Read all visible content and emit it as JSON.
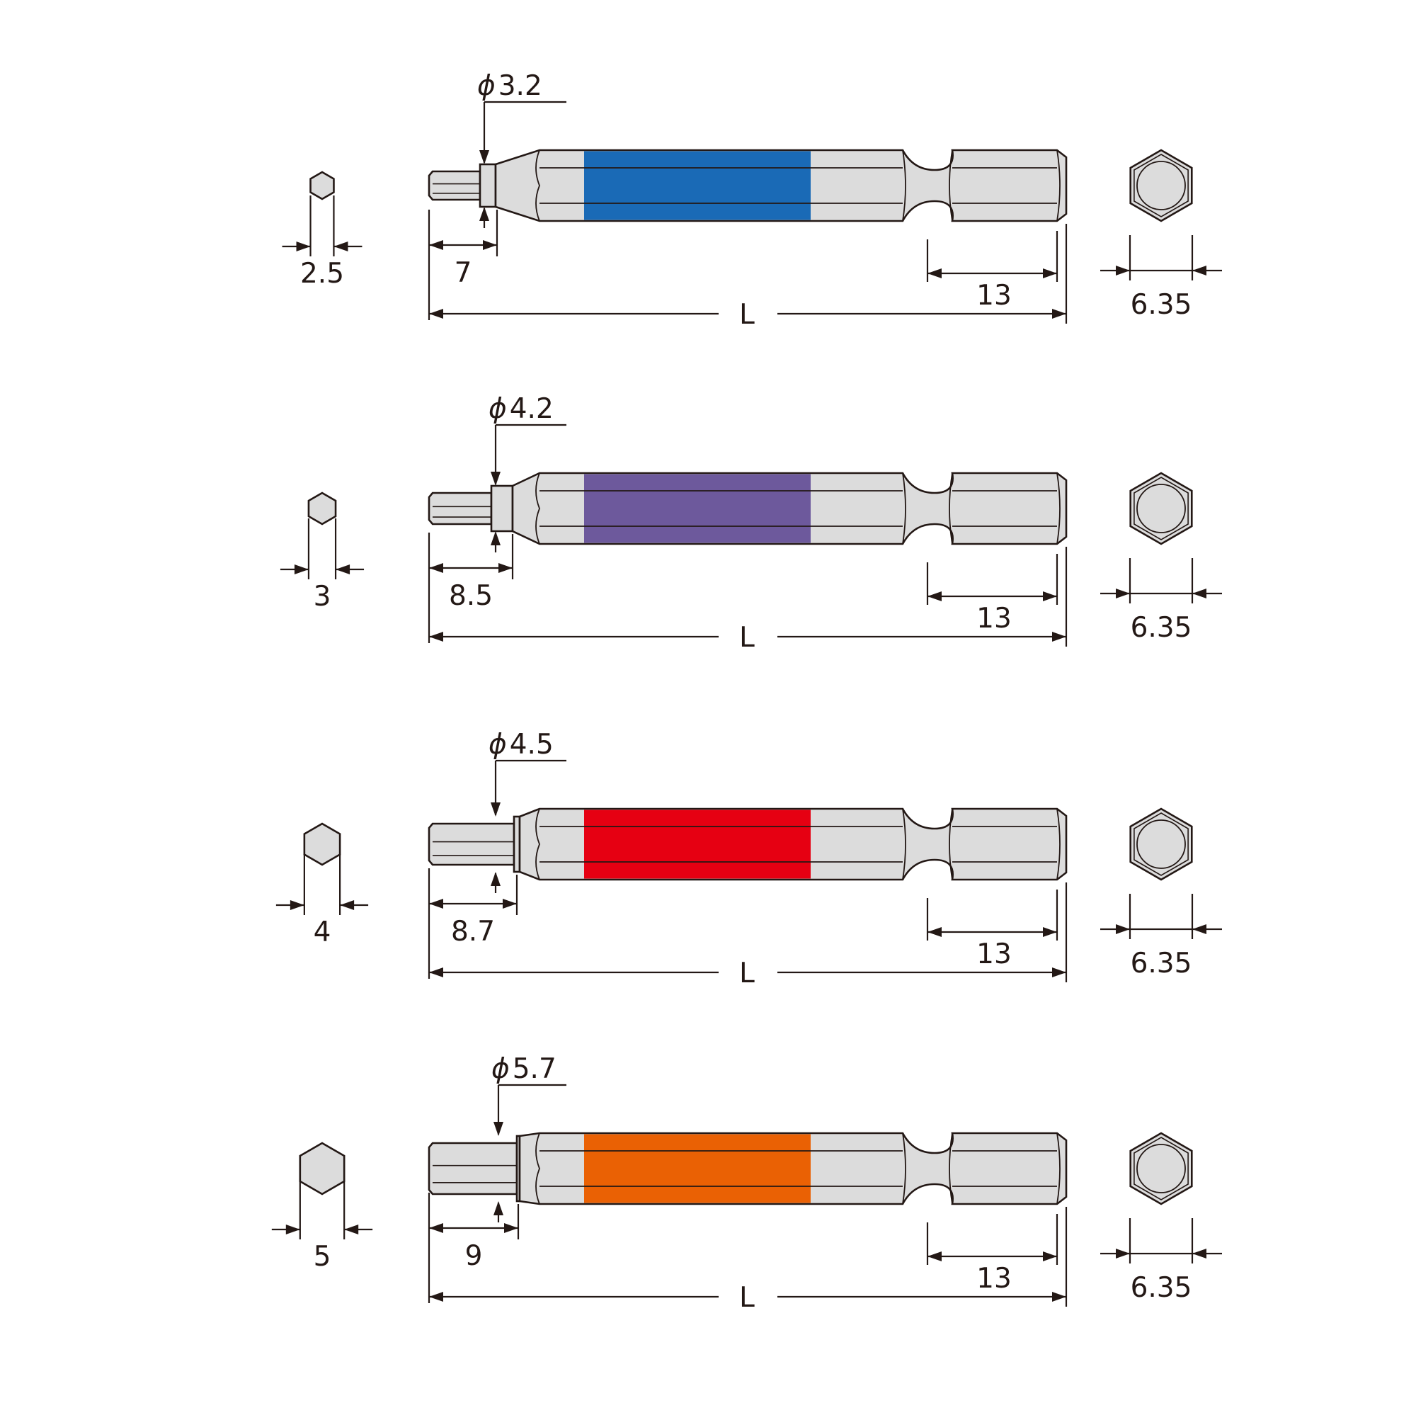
{
  "drawing": {
    "colors": {
      "outline": "#231815",
      "metal": "#dcdcdc",
      "background": "#ffffff"
    },
    "bits": [
      {
        "tip_across_flats": "2.5",
        "tip_length": "7",
        "neck_diameter": "3.2",
        "phi_symbol": "ϕ",
        "shank_length": "13",
        "overall_length_label": "L",
        "shank_hex_size": "6.35",
        "band_color": "#1a6ab6"
      },
      {
        "tip_across_flats": "3",
        "tip_length": "8.5",
        "neck_diameter": "4.2",
        "phi_symbol": "ϕ",
        "shank_length": "13",
        "overall_length_label": "L",
        "shank_hex_size": "6.35",
        "band_color": "#6d599c"
      },
      {
        "tip_across_flats": "4",
        "tip_length": "8.7",
        "neck_diameter": "4.5",
        "phi_symbol": "ϕ",
        "shank_length": "13",
        "overall_length_label": "L",
        "shank_hex_size": "6.35",
        "band_color": "#e60012"
      },
      {
        "tip_across_flats": "5",
        "tip_length": "9",
        "neck_diameter": "5.7",
        "phi_symbol": "ϕ",
        "shank_length": "13",
        "overall_length_label": "L",
        "shank_hex_size": "6.35",
        "band_color": "#ea6104"
      }
    ]
  }
}
